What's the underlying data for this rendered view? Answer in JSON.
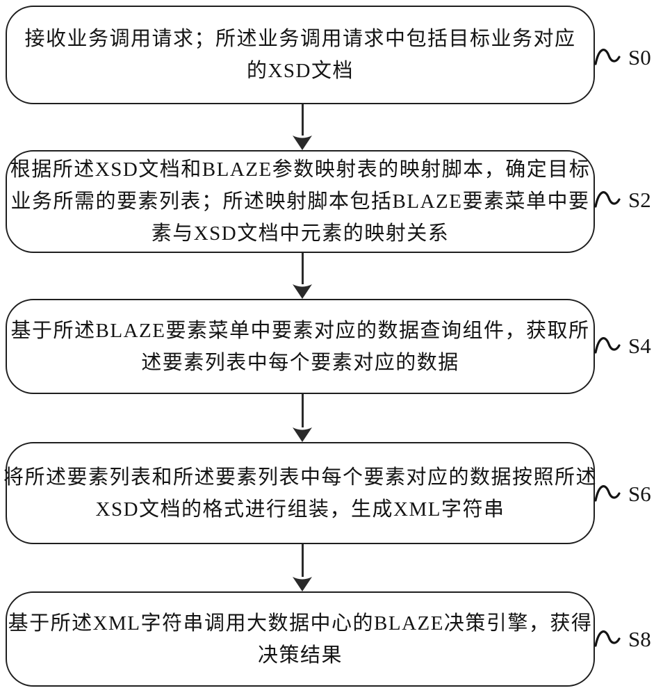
{
  "figure": {
    "background": "#ffffff",
    "line_color": "#1f1f1f",
    "text_color": "#141414"
  },
  "flowchart": {
    "type": "vertical-process-flow",
    "steps": [
      {
        "label": "S0",
        "lines": {
          "0": "接收业务调用请求；所述业务调用请求中包括目标业务对应",
          "1": "的XSD文档"
        }
      },
      {
        "label": "S2",
        "lines": {
          "0": "根据所述XSD文档和BLAZE参数映射表的映射脚本，确定目标",
          "1": "业务所需的要素列表；所述映射脚本包括BLAZE要素菜单中要",
          "2": "素与XSD文档中元素的映射关系"
        }
      },
      {
        "label": "S4",
        "lines": {
          "0": "基于所述BLAZE要素菜单中要素对应的数据查询组件，获取所",
          "1": "述要素列表中每个要素对应的数据"
        }
      },
      {
        "label": "S6",
        "lines": {
          "0": "将所述要素列表和所述要素列表中每个要素对应的数据按照所述",
          "1": "XSD文档的格式进行组装，生成XML字符串"
        }
      },
      {
        "label": "S8",
        "lines": {
          "0": "基于所述XML字符串调用大数据中心的BLAZE决策引擎，获得",
          "1": "决策结果"
        }
      }
    ]
  }
}
